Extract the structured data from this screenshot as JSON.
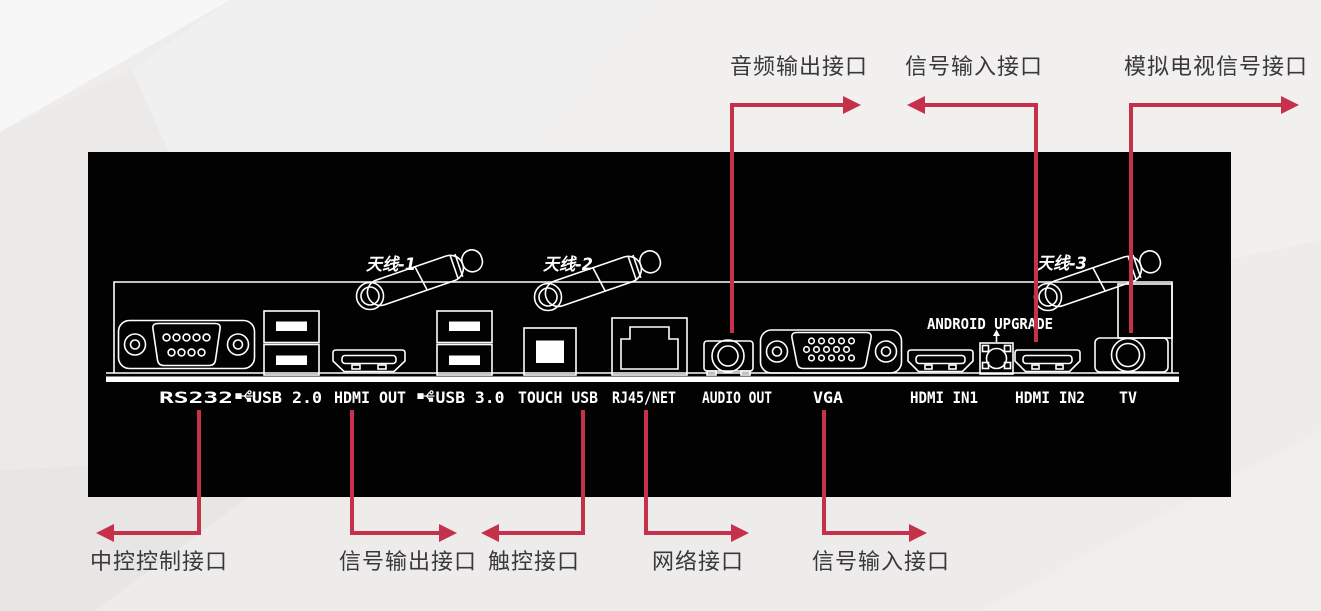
{
  "colors": {
    "background": "#eeedec",
    "panel_background": "#020202",
    "panel_outline": "#ffffff",
    "arrow": "#c5304a",
    "callout_text": "#38383d"
  },
  "callouts": {
    "top": [
      {
        "label": "音频输出接口"
      },
      {
        "label": "信号输入接口"
      },
      {
        "label": "模拟电视信号接口"
      }
    ],
    "bottom": [
      {
        "label": "中控控制接口"
      },
      {
        "label": "信号输出接口"
      },
      {
        "label": "触控接口"
      },
      {
        "label": "网络接口"
      },
      {
        "label": "信号输入接口"
      }
    ]
  },
  "antennas": [
    {
      "label": "天线-1"
    },
    {
      "label": "天线-2"
    },
    {
      "label": "天线-3"
    }
  ],
  "panel": {
    "android_upgrade_label": "ANDROID UPGRADE",
    "ports": [
      {
        "id": "rs232",
        "label": "RS232"
      },
      {
        "id": "usb2",
        "label": "USB 2.0",
        "icon": "usb-icon"
      },
      {
        "id": "hdmi-out",
        "label": "HDMI OUT"
      },
      {
        "id": "usb3",
        "label": "USB 3.0",
        "icon": "usb-icon"
      },
      {
        "id": "touch-usb",
        "label": "TOUCH USB"
      },
      {
        "id": "rj45",
        "label": "RJ45/NET"
      },
      {
        "id": "audio-out",
        "label": "AUDIO OUT"
      },
      {
        "id": "vga",
        "label": "VGA"
      },
      {
        "id": "hdmi-in1",
        "label": "HDMI IN1"
      },
      {
        "id": "hdmi-in2",
        "label": "HDMI IN2"
      },
      {
        "id": "tv",
        "label": "TV"
      }
    ]
  }
}
